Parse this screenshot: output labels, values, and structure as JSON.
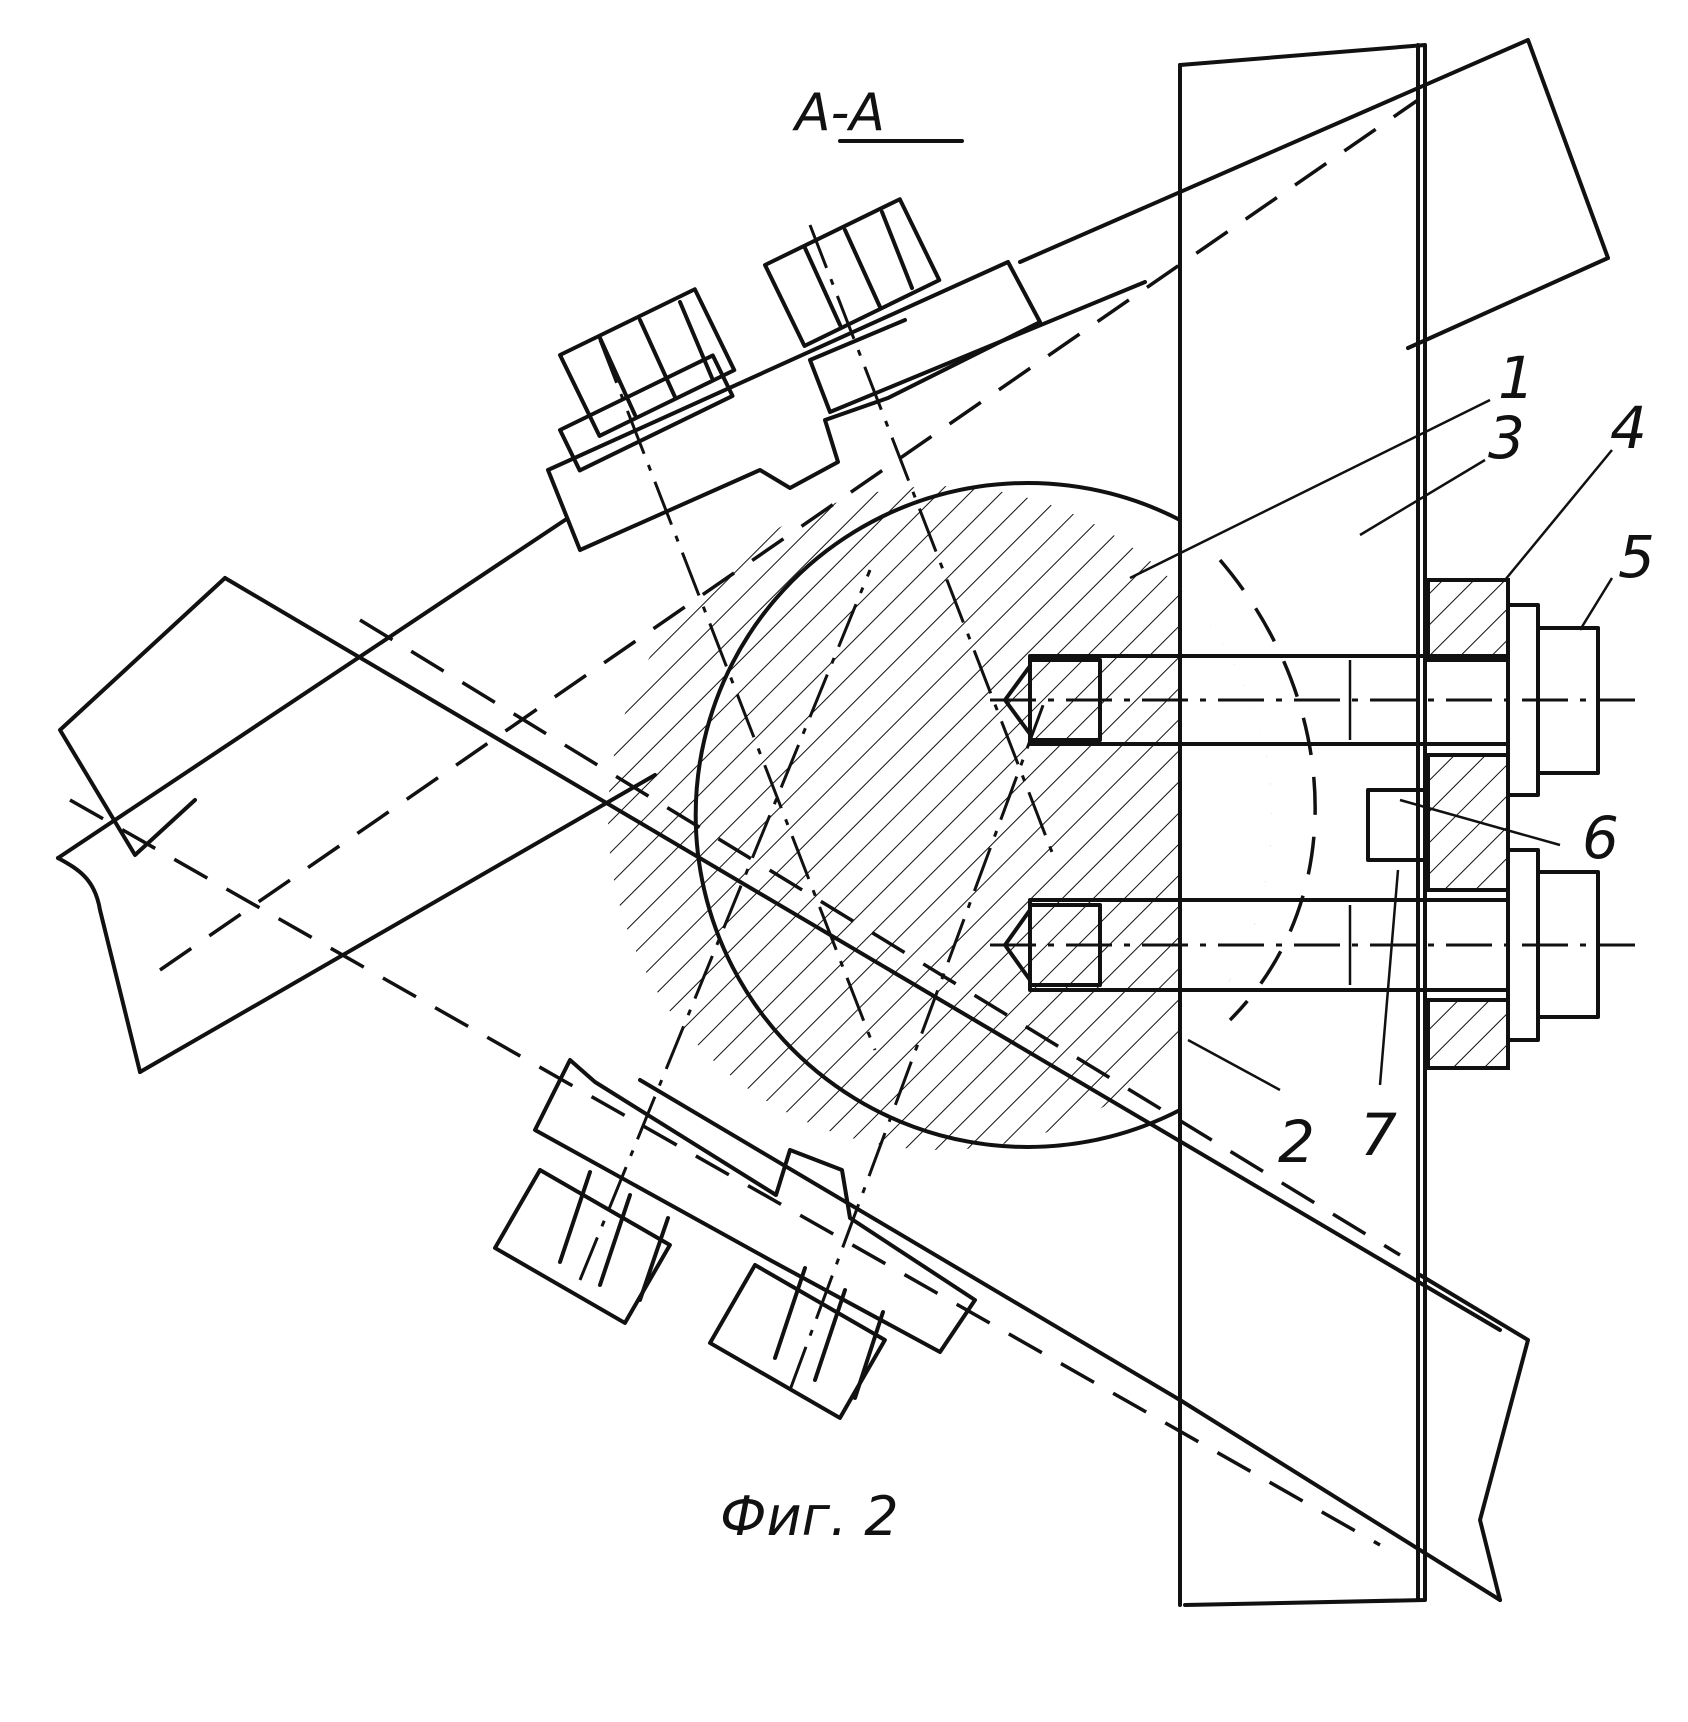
{
  "section_title": "А-А",
  "figure_caption": "Фиг. 2",
  "part_labels": [
    "1",
    "3",
    "4",
    "5",
    "6",
    "2",
    "7"
  ]
}
